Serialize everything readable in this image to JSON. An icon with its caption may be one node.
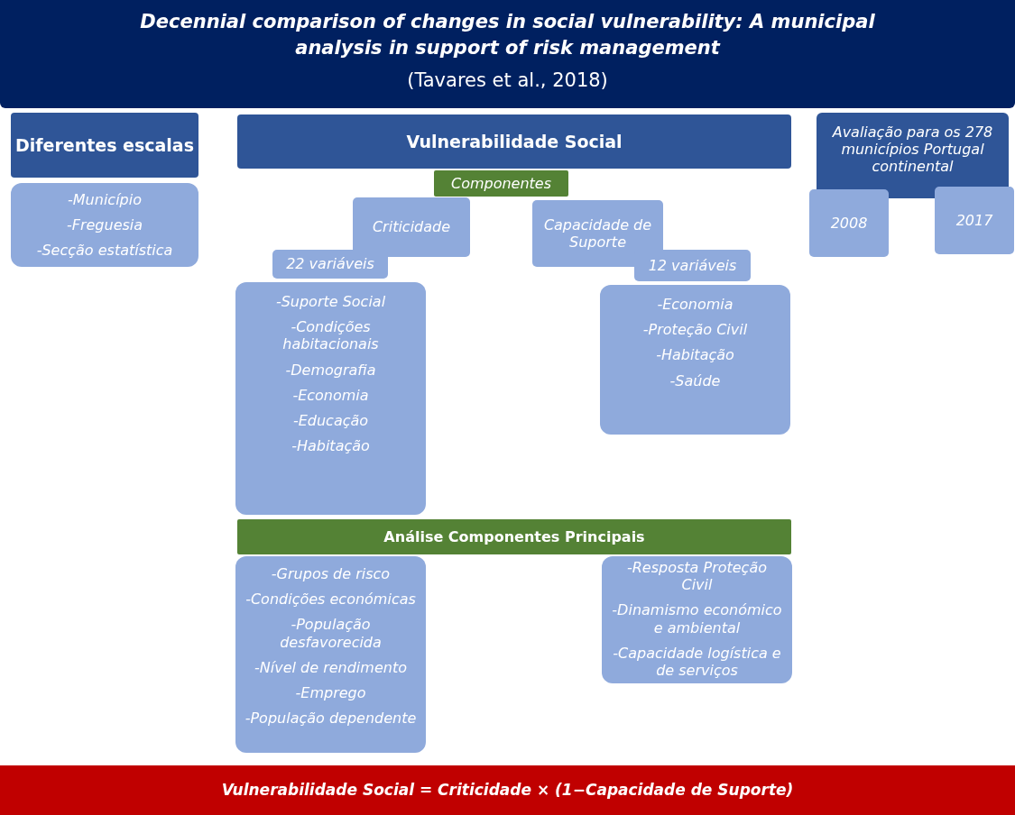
{
  "diagram": {
    "nodes": [
      {
        "text": [
          "Decennial comparison of changes in social vulnerability: A municipal analysis in support of risk management",
          "(Tavares et al., 2018)"
        ]
      },
      {
        "text": [
          "Diferentes escalas"
        ]
      },
      {
        "text": [
          "-Município",
          "-Freguesia",
          "-Secção estatística"
        ]
      },
      {
        "text": [
          "Vulnerabilidade Social"
        ]
      },
      {
        "text": [
          "Componentes"
        ]
      },
      {
        "text": [
          "Criticidade"
        ]
      },
      {
        "text": [
          "Capacidade de Suporte"
        ]
      },
      {
        "text": [
          "22 variáveis"
        ]
      },
      {
        "text": [
          "12 variáveis"
        ]
      },
      {
        "text": [
          "-Suporte Social",
          "-Condições habitacionais",
          "-Demografia",
          "-Economia",
          "-Educação",
          "-Habitação"
        ]
      },
      {
        "text": [
          "-Economia",
          "-Proteção Civil",
          "-Habitação",
          "-Saúde"
        ]
      },
      {
        "text": [
          "Análise Componentes Principais"
        ]
      },
      {
        "text": [
          "-Grupos de risco",
          "-Condições económicas",
          "-População desfavorecida",
          "-Nível de rendimento",
          "-Emprego",
          "-População dependente"
        ]
      },
      {
        "text": [
          "-Resposta Proteção Civil",
          "-Dinamismo económico e ambiental",
          "-Capacidade logística e de serviços"
        ]
      },
      {
        "text": [
          "Avaliação para os 278 municípios Portugal continental"
        ]
      },
      {
        "text": [
          "2008"
        ]
      },
      {
        "text": [
          "2017"
        ]
      },
      {
        "text": [
          "Vulnerabilidade Social = Criticidade × (1−Capacidade de Suporte)"
        ]
      }
    ]
  }
}
